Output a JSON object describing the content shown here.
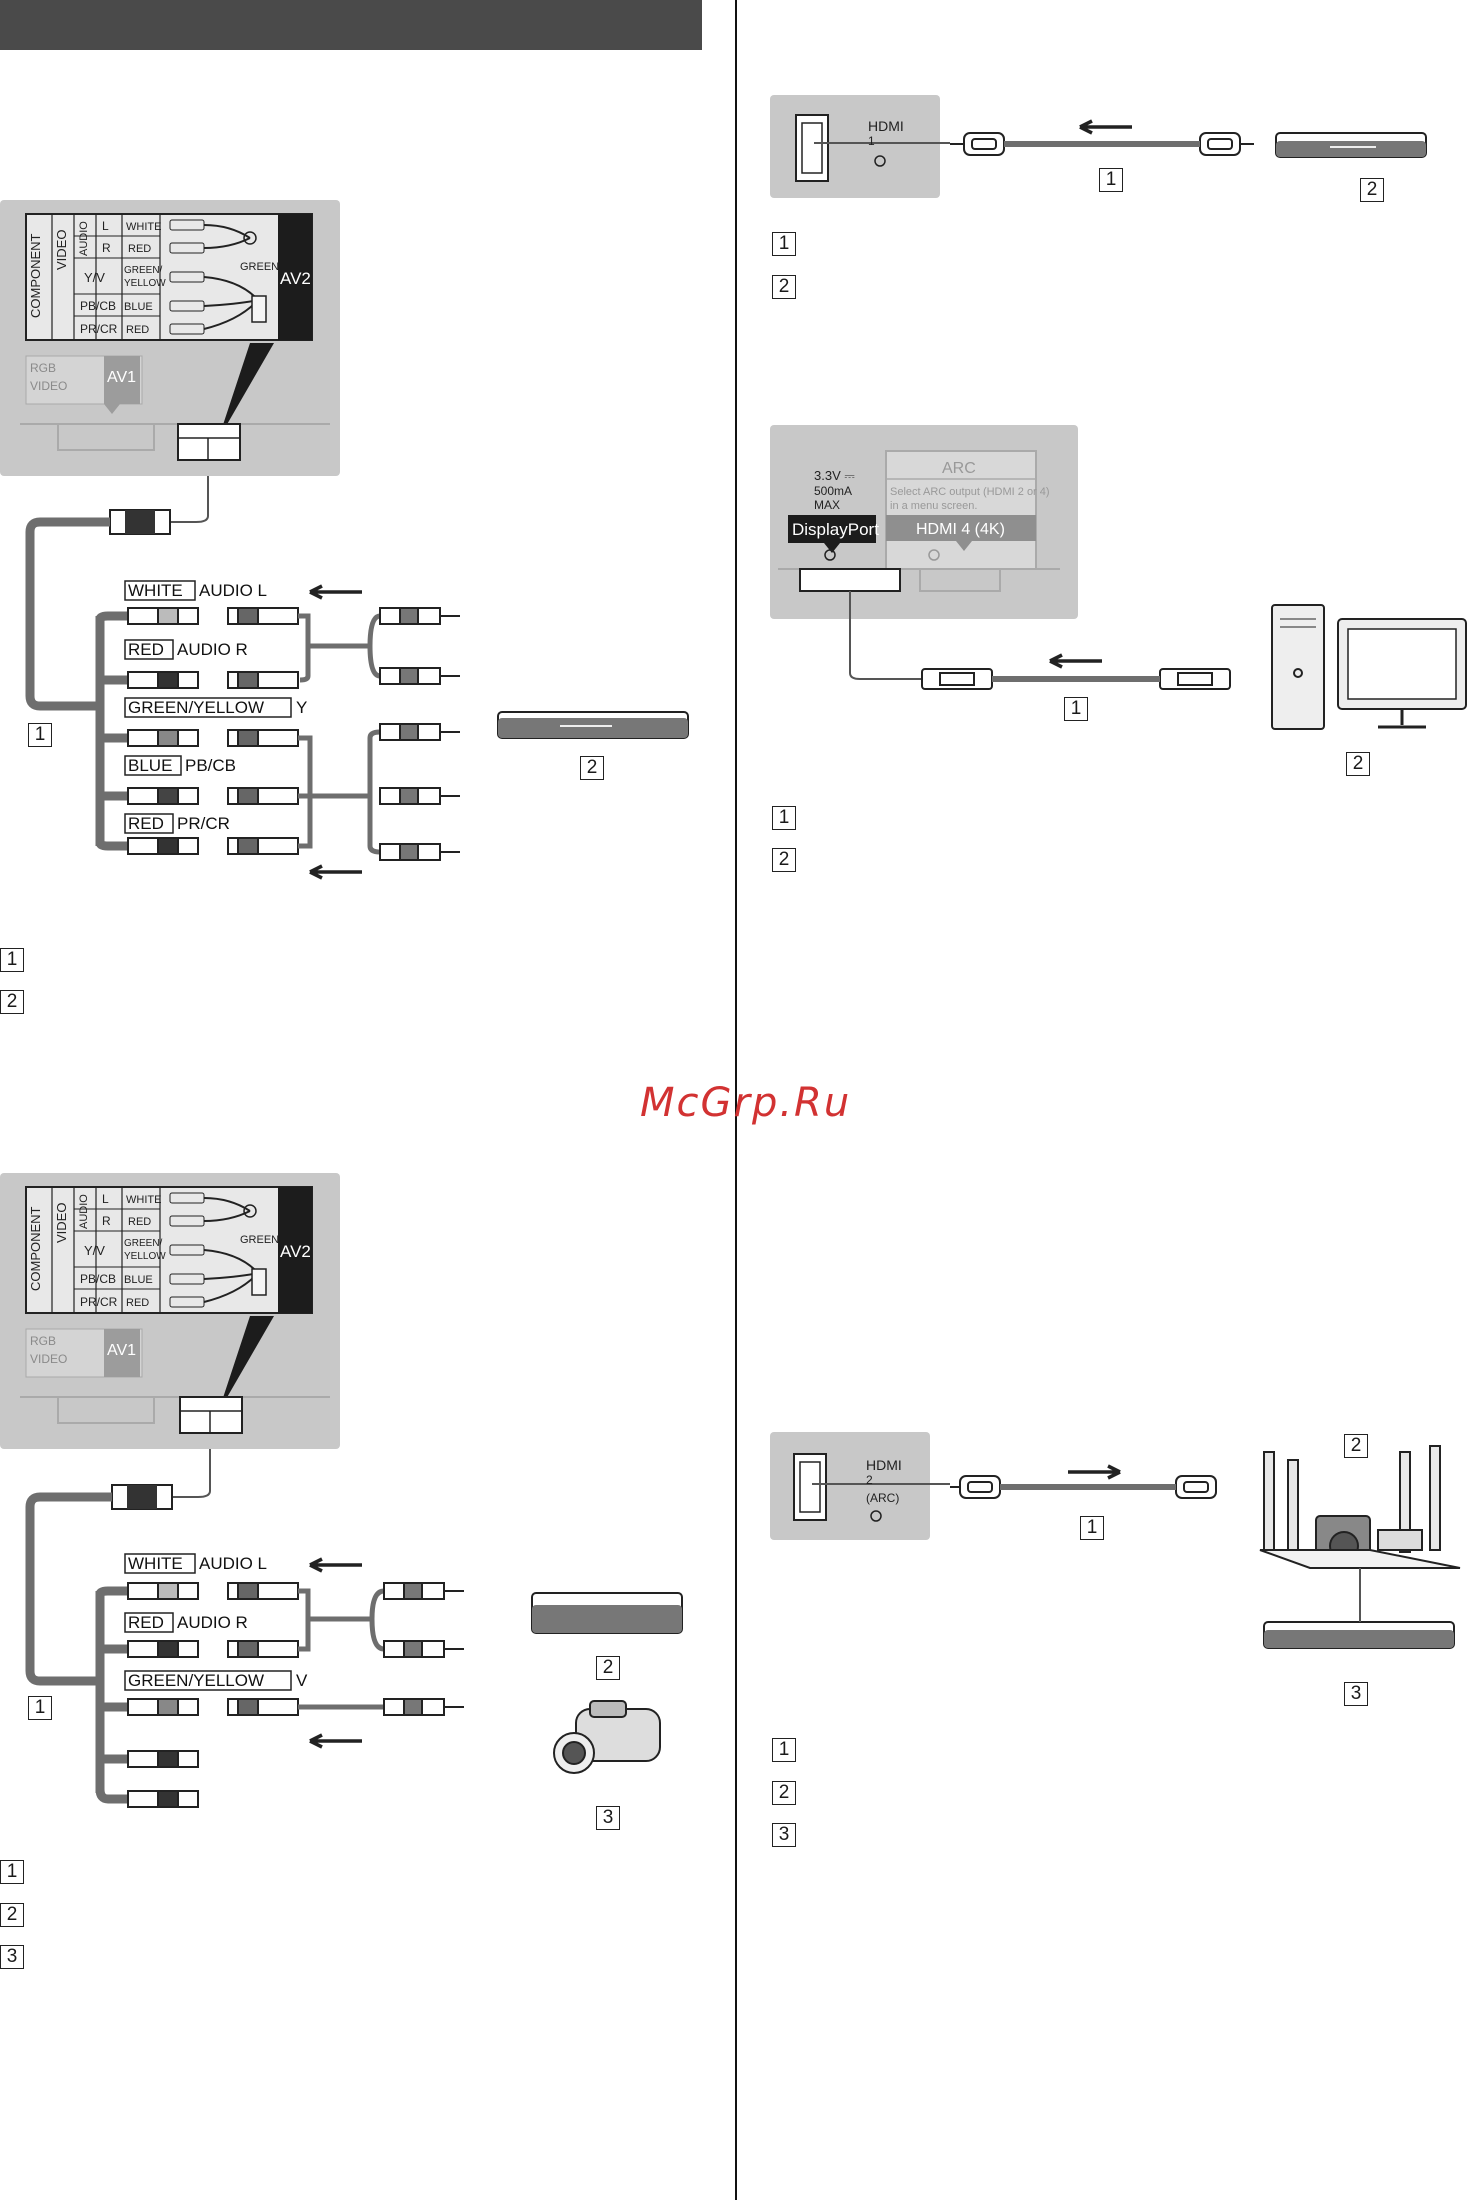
{
  "watermark": "McGrp.Ru",
  "av_panel": {
    "component": "COMPONENT",
    "video": "VIDEO",
    "audio": "AUDIO",
    "l": "L",
    "r": "R",
    "white": "WHITE",
    "red": "RED",
    "yv": "Y/V",
    "green_yellow_1": "GREEN/",
    "green_yellow_2": "YELLOW",
    "pb": "PB/CB",
    "blue": "BLUE",
    "pr": "PR/CR",
    "red2": "RED",
    "green": "GREEN",
    "av2": "AV2",
    "rgb": "RGB",
    "video2": "VIDEO",
    "av1": "AV1"
  },
  "diagram1": {
    "labels": [
      "WHITE",
      "RED",
      "GREEN/YELLOW",
      "BLUE",
      "RED"
    ],
    "suffixes": [
      "AUDIO L",
      "AUDIO R",
      "Y",
      "PB/CB",
      "PR/CR"
    ],
    "callout_1": "1",
    "callout_2": "2"
  },
  "diagram2": {
    "labels": [
      "WHITE",
      "RED",
      "GREEN/YELLOW"
    ],
    "suffixes": [
      "AUDIO L",
      "AUDIO R",
      "V"
    ],
    "callout_1": "1",
    "callout_2": "2",
    "callout_3": "3"
  },
  "hdmi1": {
    "port": "HDMI",
    "port_num": "1",
    "callout_1": "1",
    "callout_2": "2"
  },
  "displayport": {
    "spec1": "3.3V ⎓",
    "spec2": "500mA",
    "spec3": "MAX",
    "port": "DisplayPort",
    "arc_title": "ARC",
    "arc_note1": "Select ARC output (HDMI 2 or 4)",
    "arc_note2": "in a menu screen.",
    "hdmi4": "HDMI 4 (4K)",
    "callout_1": "1",
    "callout_2": "2"
  },
  "hdmi2": {
    "port": "HDMI",
    "port_num": "2",
    "arc": "(ARC)",
    "callout_1": "1",
    "callout_2": "2",
    "callout_3": "3"
  },
  "legend_left_1": [
    "1",
    "2"
  ],
  "legend_left_2": [
    "1",
    "2",
    "3"
  ],
  "legend_right_1": [
    "1",
    "2"
  ],
  "legend_right_2": [
    "1",
    "2"
  ],
  "legend_right_3": [
    "1",
    "2",
    "3"
  ]
}
